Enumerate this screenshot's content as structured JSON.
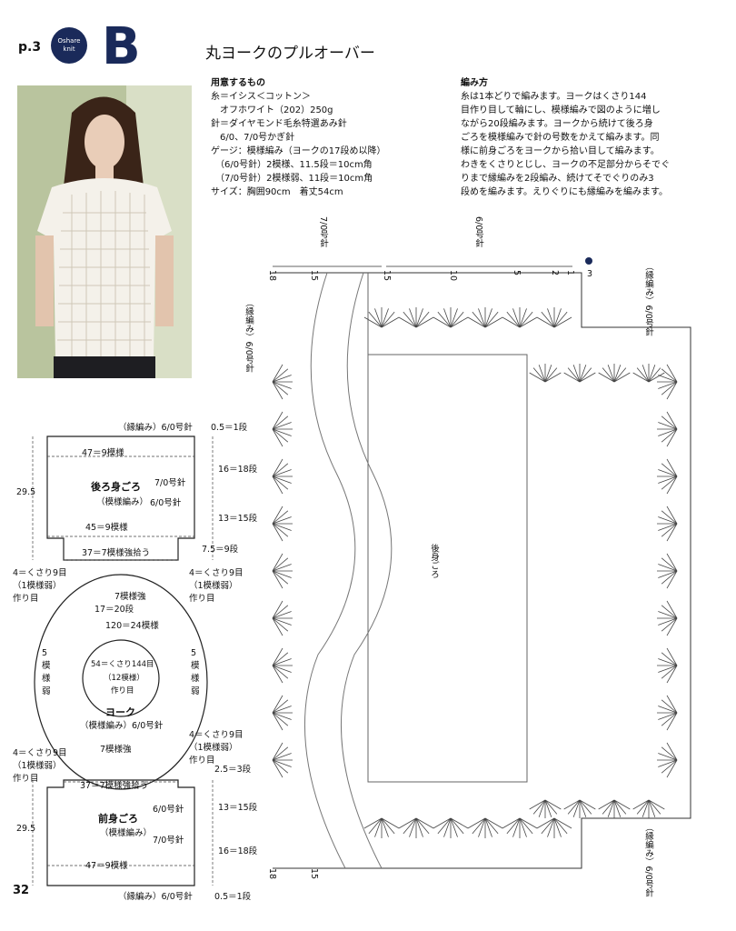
{
  "header": {
    "page_ref": "p.3",
    "badge_text": "Oshare knit",
    "letter": "B",
    "title": "丸ヨークのプルオーバー"
  },
  "materials": {
    "heading": "用意するもの",
    "lines": [
      "糸＝イシス＜コットン＞",
      "　オフホワイト（202）250g",
      "針＝ダイヤモンド毛糸特選あみ針",
      "　6/0、7/0号かぎ針",
      "ゲージ：模様編み（ヨークの17段め以降）",
      "　（6/0号針）2模様、11.5段＝10cm角",
      "　（7/0号針）2模様弱、11段＝10cm角",
      "サイズ：胸囲90cm　着丈54cm"
    ]
  },
  "method": {
    "heading": "編み方",
    "lines": [
      "糸は1本どりで編みます。ヨークはくさり144",
      "目作り目して輪にし、模様編みで図のように増し",
      "ながら20段編みます。ヨークから続けて後ろ身",
      "ごろを模様編みで針の号数をかえて編みます。同",
      "様に前身ごろをヨークから拾い目して編みます。",
      "わきをくさりとじし、ヨークの不足部分からそでぐ",
      "りまで縁編みを2段編み、続けてそでぐりのみ3",
      "段めを編みます。えりぐりにも縁編みを編みます。"
    ]
  },
  "schematic": {
    "back_edge": "（縁編み）6/0号針",
    "back_top_rows": "0.5＝1段",
    "back_width_top": "47＝9模様",
    "back_height": "29.5",
    "back_title": "後ろ身ごろ",
    "back_subtitle": "（模様編み）",
    "needle_7": "7/0号針",
    "needle_6": "6/0号針",
    "rows_16_18": "16＝18段",
    "rows_13_15": "13＝15段",
    "back_width_bottom": "45＝9模様",
    "pickup_back": "37＝7模様強拾う",
    "rows_7_5_9": "7.5＝9段",
    "chain_left_1": "4＝くさり9目",
    "chain_left_2": "（1模様弱）",
    "chain_left_3": "作り目",
    "yoke_7": "7模様強",
    "yoke_rows": "17＝20段",
    "yoke_patterns": "120＝24模様",
    "yoke_side_5a": "5模様弱",
    "yoke_inner_1": "54＝くさり144目",
    "yoke_inner_2": "（12模様）",
    "yoke_inner_3": "作り目",
    "yoke_title": "ヨーク",
    "yoke_subtitle": "（模様編み）6/0号針",
    "rows_2_5_3": "2.5＝3段",
    "pickup_front": "37＝7模様強拾う",
    "front_title": "前身ごろ",
    "front_subtitle": "（模様編み）",
    "front_height": "29.5",
    "front_width_bottom": "47＝9模様",
    "front_edge": "（縁編み）6/0号針",
    "front_bottom_rows": "0.5＝1段"
  },
  "chart_labels": {
    "needle_7_top": "7/0号針",
    "needle_6_top": "6/0号針",
    "edge_left": "（縁編み）6/0号針",
    "edge_right_top": "（縁編み）6/0号針",
    "edge_right_bottom": "（縁編み）6/0号針",
    "back_body_label": "後身ごろ",
    "row_18": "18",
    "row_15": "15",
    "row_10": "10",
    "row_5": "5",
    "row_2": "2",
    "row_1": "1",
    "row_3": "3"
  },
  "footer": {
    "page_number": "32"
  }
}
